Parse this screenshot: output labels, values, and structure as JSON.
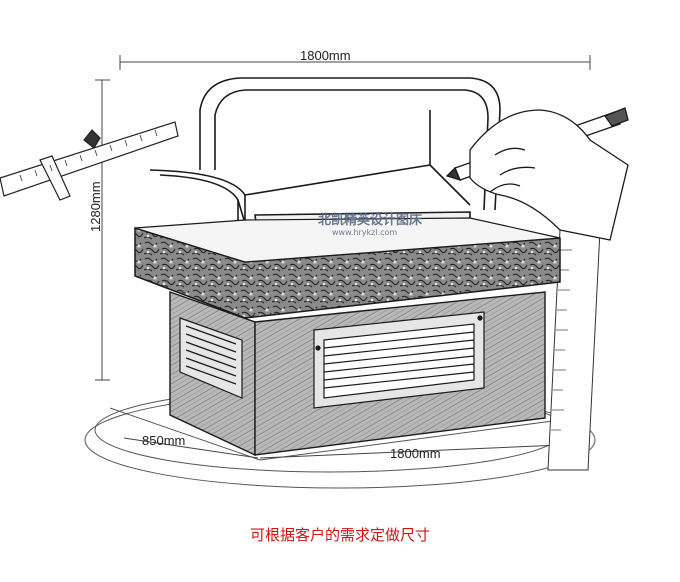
{
  "dimensions": {
    "top_width": "1800mm",
    "height": "1280mm",
    "depth": "850mm",
    "front_width": "1800mm"
  },
  "watermark": {
    "text": "北凯精英设计图床",
    "url": "www.hrykzl.com"
  },
  "caption": "可根据客户的需求定做尺寸",
  "colors": {
    "caption": "#d21414",
    "line": "#2a2a2a",
    "granite": "#6b6b6b"
  }
}
